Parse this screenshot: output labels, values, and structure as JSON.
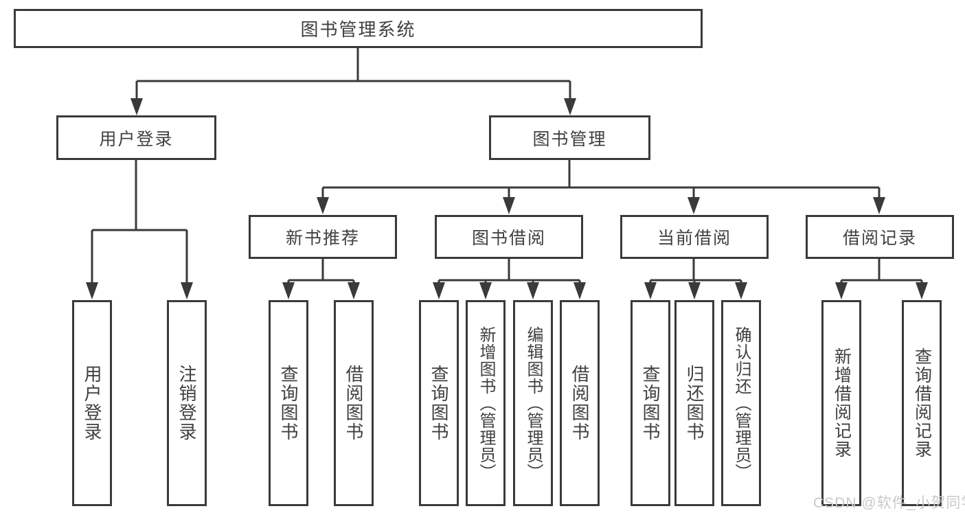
{
  "diagram": {
    "root": {
      "label": "图书管理系统"
    },
    "level2": {
      "user_login": {
        "label": "用户登录"
      },
      "book_mgmt": {
        "label": "图书管理"
      }
    },
    "level3": {
      "new_books": {
        "label": "新书推荐"
      },
      "book_borrow": {
        "label": "图书借阅"
      },
      "current_borrow": {
        "label": "当前借阅"
      },
      "borrow_records": {
        "label": "借阅记录"
      }
    },
    "leaves": {
      "user_login": [
        "用户登录",
        "注销登录"
      ],
      "new_books": [
        "查询图书",
        "借阅图书"
      ],
      "book_borrow": [
        "查询图书",
        "新增图书（管理员）",
        "编辑图书（管理员）",
        "借阅图书"
      ],
      "current_borrow": [
        "查询图书",
        "归还图书",
        "确认归还（管理员）"
      ],
      "borrow_records": [
        "新增借阅记录",
        "查询借阅记录"
      ]
    }
  },
  "watermark": "CSDN @软件_小贺同学",
  "colors": {
    "line": "#3a3a3a",
    "text": "#404040",
    "background": "#ffffff",
    "watermark": "#c9c9c9"
  }
}
